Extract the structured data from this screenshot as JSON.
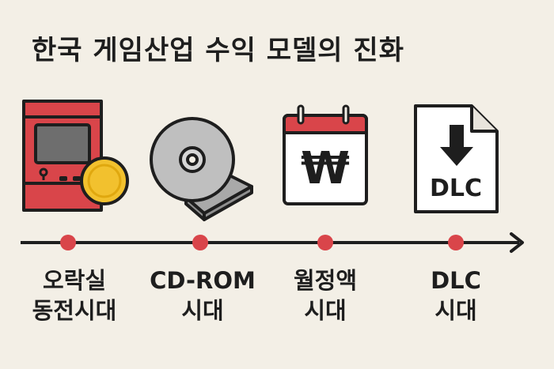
{
  "title": "한국 게임산업 수익 모델의 진화",
  "colors": {
    "background": "#f3efe6",
    "accent_red": "#d9454a",
    "outline": "#1e1e1e",
    "coin": "#f2c12e",
    "disc": "#bfbfbf"
  },
  "icons": {
    "arcade": "arcade-cabinet-icon",
    "coin": "coin-icon",
    "cd": "cd-rom-icon",
    "calendar": "calendar-won-icon",
    "calendar_symbol": "₩",
    "dlc_file": "dlc-file-icon",
    "dlc_file_text": "DLC"
  },
  "stages": [
    {
      "line1": "오락실",
      "line2": "동전시대"
    },
    {
      "line1": "CD-ROM",
      "line2": "시대"
    },
    {
      "line1": "월정액",
      "line2": "시대"
    },
    {
      "line1": "DLC",
      "line2": "시대"
    }
  ]
}
